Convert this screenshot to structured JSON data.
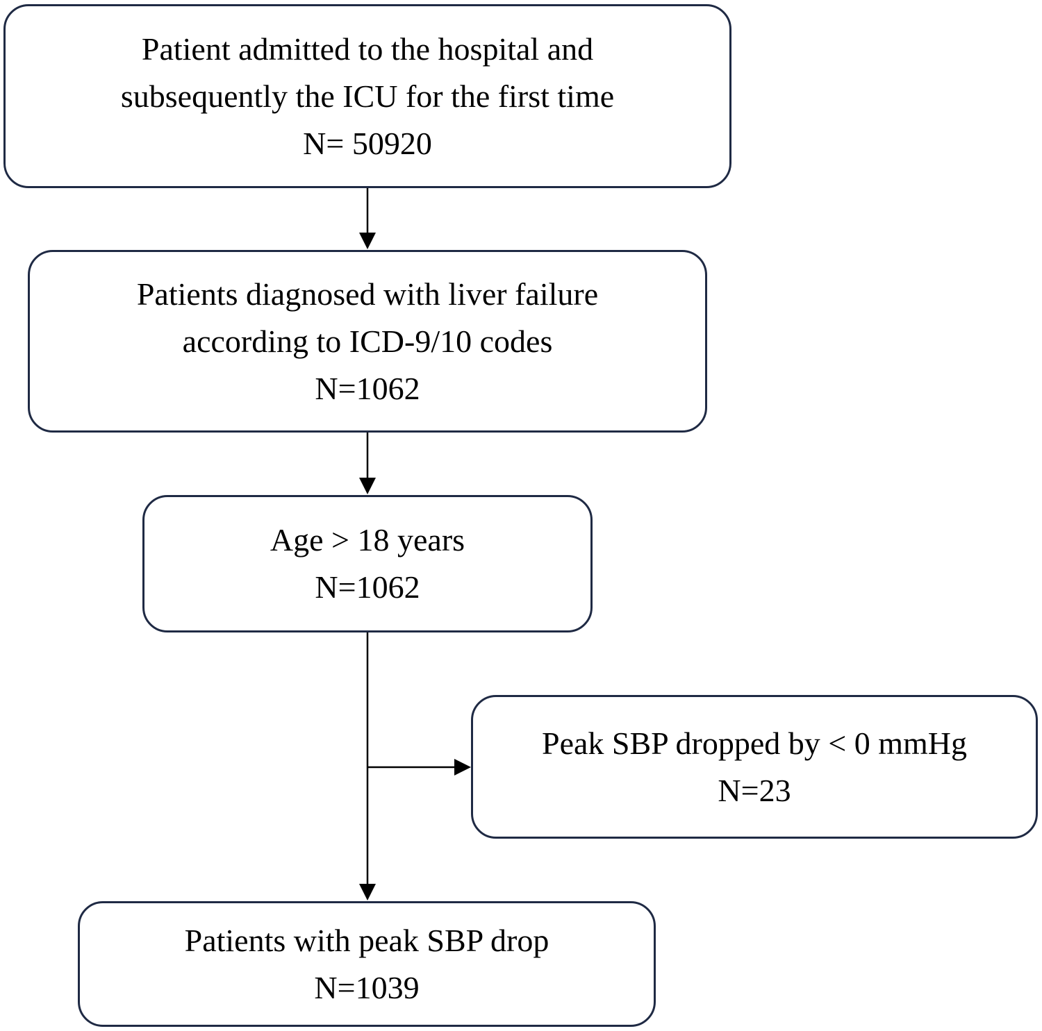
{
  "boxes": {
    "admitted": {
      "line1": "Patient admitted to the hospital and",
      "line2": "subsequently the ICU for the first time",
      "count": "N= 50920"
    },
    "liver_failure": {
      "line1": "Patients diagnosed with liver failure",
      "line2": "according to ICD-9/10 codes",
      "count": "N=1062"
    },
    "age": {
      "line1": "Age > 18 years",
      "count": "N=1062"
    },
    "excluded": {
      "line1": "Peak SBP dropped by < 0 mmHg",
      "count": "N=23"
    },
    "final": {
      "line1": "Patients with peak SBP drop",
      "count": "N=1039"
    }
  },
  "colors": {
    "box_border": "#1f2a44",
    "arrow": "#000000"
  }
}
